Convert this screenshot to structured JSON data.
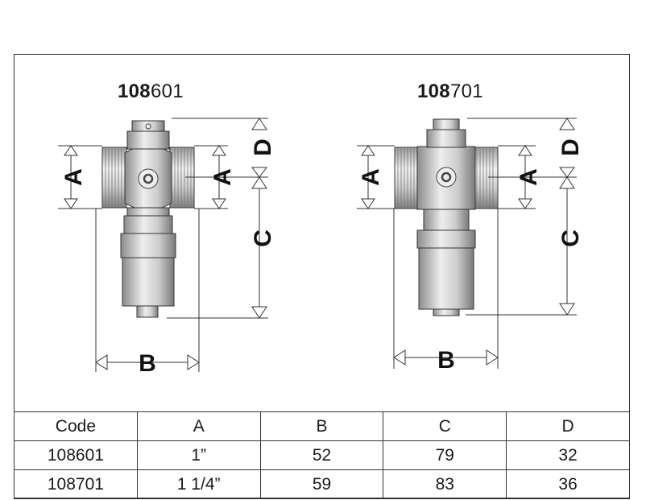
{
  "models": [
    {
      "prefix": "108",
      "suffix": "601"
    },
    {
      "prefix": "108",
      "suffix": "701"
    }
  ],
  "dimension_labels": {
    "a": "A",
    "b": "B",
    "c": "C",
    "d": "D"
  },
  "table": {
    "headers": [
      "Code",
      "A",
      "B",
      "C",
      "D"
    ],
    "rows": [
      [
        "108601",
        "1”",
        "52",
        "79",
        "32"
      ],
      [
        "108701",
        "1 1/4”",
        "59",
        "83",
        "36"
      ]
    ]
  },
  "colors": {
    "line": "#333333",
    "metal_light": "#d8d8d8",
    "metal_dark": "#8a8a8a"
  }
}
